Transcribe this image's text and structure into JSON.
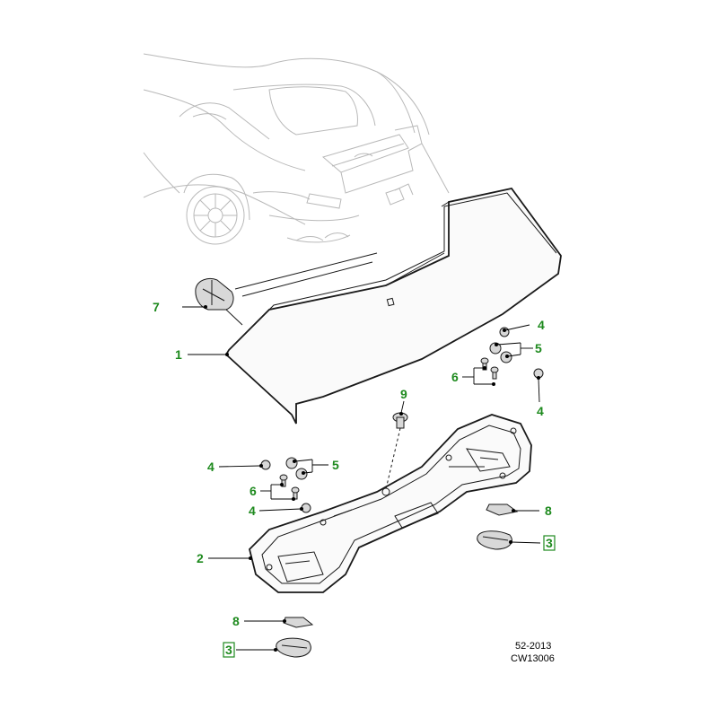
{
  "callouts": {
    "c1": "1",
    "c2": "2",
    "c3a": "3",
    "c3b": "3",
    "c4a": "4",
    "c4b": "4",
    "c4c": "4",
    "c4d": "4",
    "c5a": "5",
    "c5b": "5",
    "c6a": "6",
    "c6b": "6",
    "c7": "7",
    "c8a": "8",
    "c8b": "8",
    "c9": "9"
  },
  "reference": {
    "code": "52-2013",
    "id": "CW13006"
  },
  "colors": {
    "callout": "#1e8a1e",
    "line": "#1a1a1a",
    "ghost": "#b9b9b9"
  }
}
